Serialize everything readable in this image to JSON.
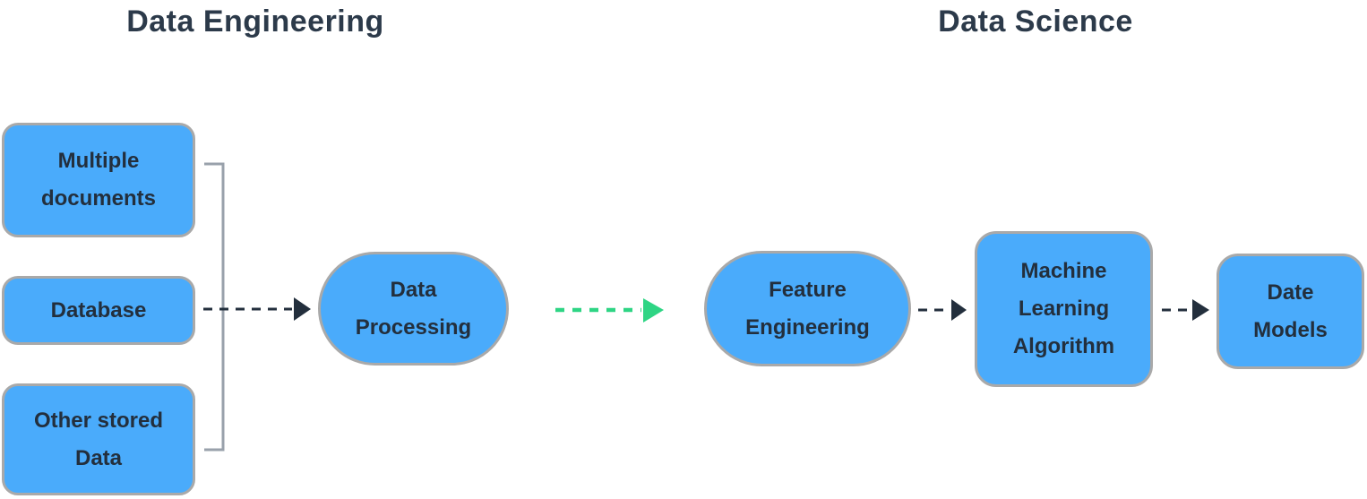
{
  "section_titles": {
    "data_engineering": "Data Engineering",
    "data_science": "Data Science"
  },
  "nodes": {
    "multiple_documents": {
      "lines": [
        "Multiple",
        "documents"
      ]
    },
    "database": {
      "lines": [
        "Database"
      ]
    },
    "other_stored_data": {
      "lines": [
        "Other stored",
        "Data"
      ]
    },
    "data_processing": {
      "lines": [
        "Data",
        "Processing"
      ]
    },
    "feature_engineering": {
      "lines": [
        "Feature",
        "Engineering"
      ]
    },
    "machine_learning_algorithm": {
      "lines": [
        "Machine",
        "Learning",
        "Algorithm"
      ]
    },
    "date_models": {
      "lines": [
        "Date",
        "Models"
      ]
    }
  },
  "colors": {
    "node_fill": "#4aabfb",
    "node_border": "#a9a9a9",
    "node_text": "#232f3d",
    "title_text": "#2c3a4a",
    "arrow_dark": "#232f3d",
    "arrow_green": "#2ed584",
    "bracket": "#99a1ab",
    "background": "#ffffff"
  }
}
